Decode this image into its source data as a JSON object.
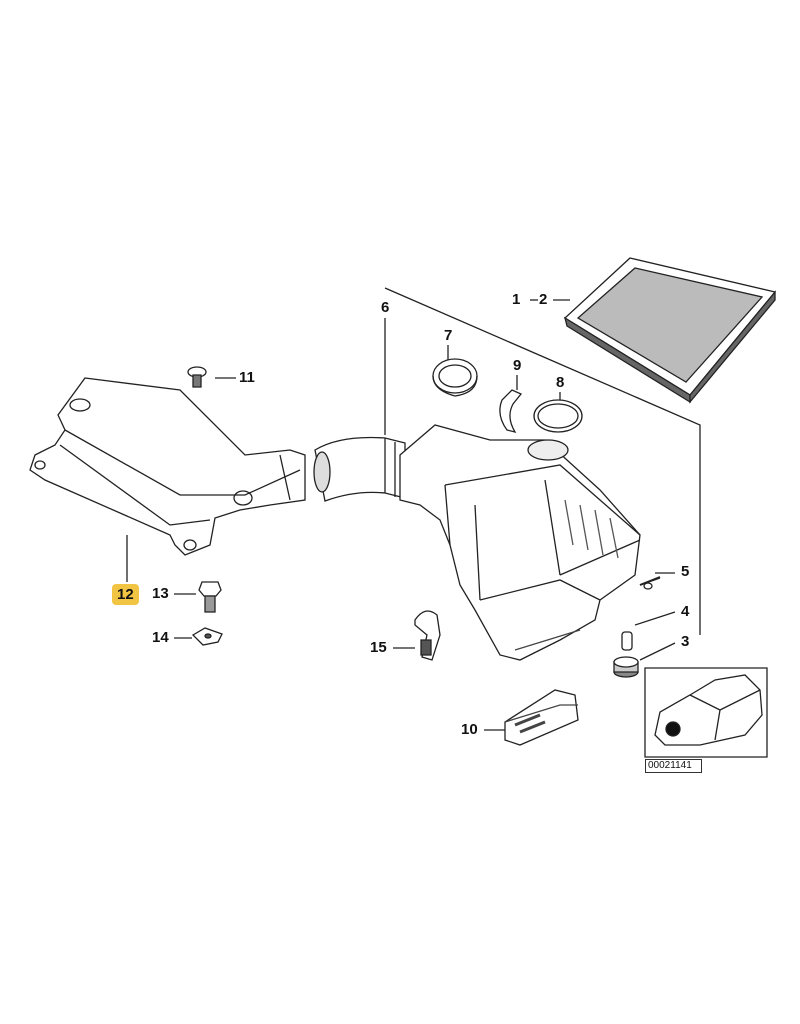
{
  "diagram": {
    "callouts": [
      {
        "id": "1",
        "label": "1"
      },
      {
        "id": "2",
        "label": "2"
      },
      {
        "id": "3",
        "label": "3"
      },
      {
        "id": "4",
        "label": "4"
      },
      {
        "id": "5",
        "label": "5"
      },
      {
        "id": "6",
        "label": "6"
      },
      {
        "id": "7",
        "label": "7"
      },
      {
        "id": "8",
        "label": "8"
      },
      {
        "id": "9",
        "label": "9"
      },
      {
        "id": "10",
        "label": "10"
      },
      {
        "id": "11",
        "label": "11"
      },
      {
        "id": "12",
        "label": "12"
      },
      {
        "id": "13",
        "label": "13"
      },
      {
        "id": "14",
        "label": "14"
      },
      {
        "id": "15",
        "label": "15"
      }
    ],
    "highlighted_callout": "12",
    "highlight_color": "#f2c443",
    "reference_number": "00021141"
  }
}
